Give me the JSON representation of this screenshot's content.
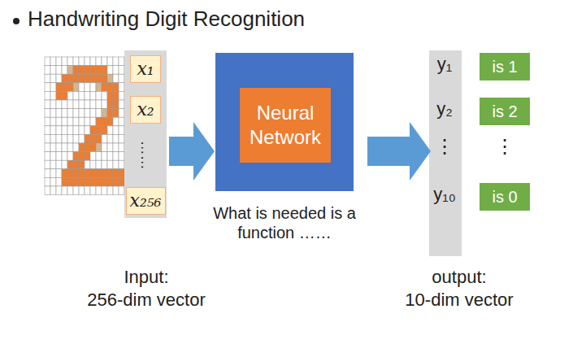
{
  "diagram": {
    "title": "Handwriting Digit Recognition",
    "nodes": [
      {
        "text": [
          "x₁"
        ]
      },
      {
        "text": [
          "x₂"
        ]
      },
      {
        "text": [
          "x₂₅₆"
        ]
      },
      {
        "text": [
          "Neural Network"
        ]
      },
      {
        "text": [
          "is 1"
        ]
      },
      {
        "text": [
          "is 2"
        ]
      },
      {
        "text": [
          "is 0"
        ]
      }
    ],
    "labels": [
      "……",
      "What is needed is a function ……",
      "y₁",
      "y₂",
      "⋮",
      "y₁₀",
      "⋮",
      "Input:",
      "256-dim vector",
      "output:",
      "10-dim vector"
    ]
  }
}
